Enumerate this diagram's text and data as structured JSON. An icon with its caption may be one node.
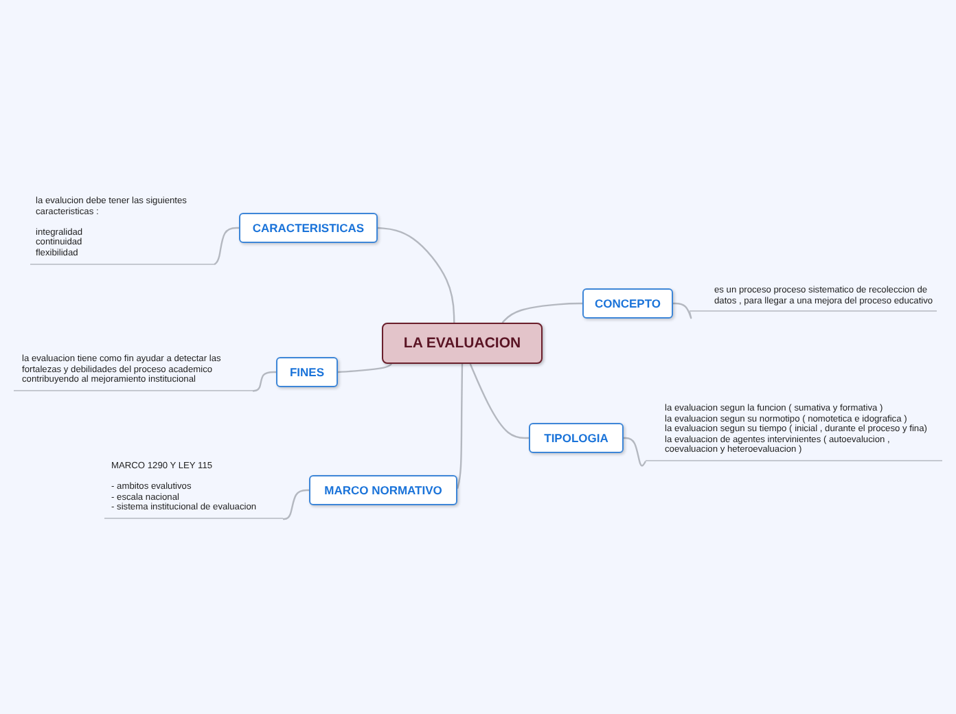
{
  "diagram": {
    "nodes": [
      {
        "text": [
          "LA EVALUACION"
        ]
      },
      {
        "text": [
          "CARACTERISTICAS"
        ]
      },
      {
        "text": [
          "FINES"
        ]
      },
      {
        "text": [
          "MARCO NORMATIVO"
        ]
      },
      {
        "text": [
          "CONCEPTO"
        ]
      },
      {
        "text": [
          "TIPOLOGIA"
        ]
      },
      {
        "text": [
          "la evalucion debe tener las siguientes caracteristicas :",
          "integralidad",
          "continuidad",
          "flexibilidad"
        ]
      },
      {
        "text": [
          "la evaluacion tiene como fin ayudar a detectar las fortalezas y debilidades del proceso academico contribuyendo al mejoramiento institucional"
        ]
      },
      {
        "text": [
          "MARCO 1290 Y LEY 115",
          "- ambitos evalutivos",
          "- escala nacional",
          "- sistema institucional de evaluacion"
        ]
      },
      {
        "text": [
          "es un proceso proceso sistematico de recoleccion de datos , para llegar a una mejora del proceso educativo"
        ]
      },
      {
        "text": [
          "la evaluacion segun la funcion ( sumativa y formativa )",
          "la evaluacion segun su normotipo ( nomotetica e idografica )",
          "la evaluacion segun su tiempo ( inicial , durante el proceso y fina)",
          "la evaluacion de agentes intervinientes ( autoevalucion , coevaluacion y heteroevaluacion )"
        ]
      }
    ],
    "edges": [
      {
        "from": 0,
        "to": 1,
        "arrow": "none"
      },
      {
        "from": 0,
        "to": 2,
        "arrow": "none"
      },
      {
        "from": 0,
        "to": 3,
        "arrow": "none"
      },
      {
        "from": 0,
        "to": 4,
        "arrow": "none"
      },
      {
        "from": 0,
        "to": 5,
        "arrow": "none"
      },
      {
        "from": 1,
        "to": 6,
        "arrow": "none"
      },
      {
        "from": 2,
        "to": 7,
        "arrow": "none"
      },
      {
        "from": 3,
        "to": 8,
        "arrow": "none"
      },
      {
        "from": 4,
        "to": 9,
        "arrow": "none"
      },
      {
        "from": 5,
        "to": 10,
        "arrow": "none"
      }
    ]
  }
}
